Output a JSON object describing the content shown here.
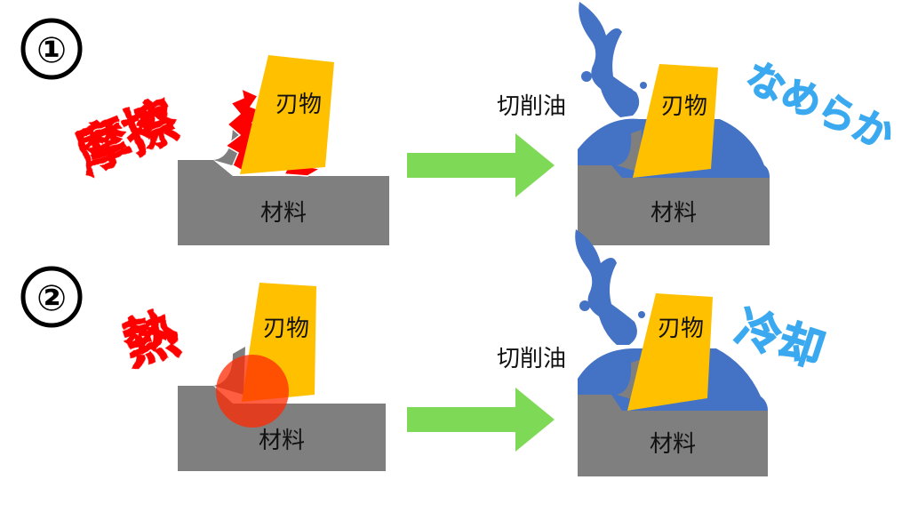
{
  "steps": [
    {
      "number": "①",
      "tool_label": "刃物",
      "material_label": "材料",
      "problem_label": "摩擦",
      "oil_label": "切削油",
      "result_label": "なめらか"
    },
    {
      "number": "②",
      "tool_label": "刃物",
      "material_label": "材料",
      "problem_label": "熱",
      "oil_label": "切削油",
      "result_label": "冷却"
    }
  ],
  "colors": {
    "material": "#7f7f7f",
    "tool": "#ffc000",
    "oil": "#4472c4",
    "arrow": "#7ed957",
    "problem_text": "#ff0000",
    "result_text": "#3aa9f0",
    "heat": "#ff2a00"
  }
}
